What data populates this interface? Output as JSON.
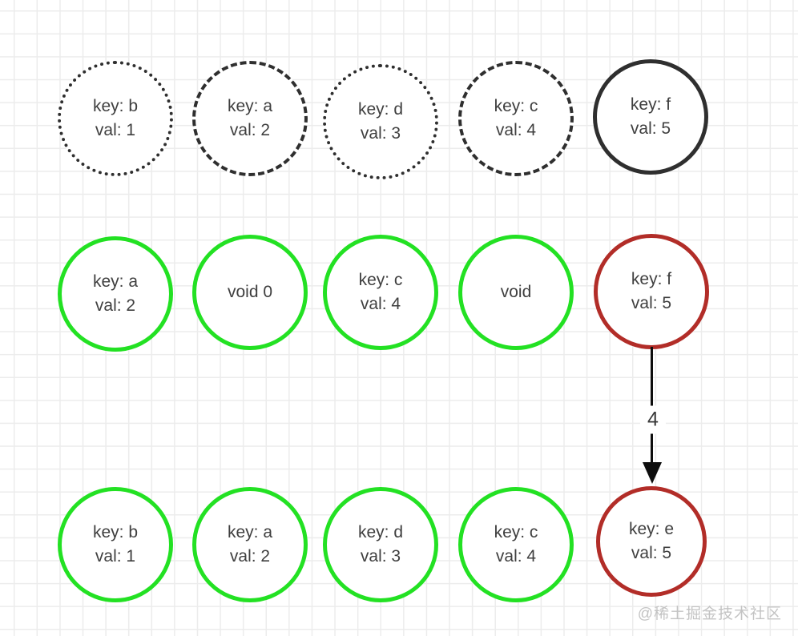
{
  "canvas": {
    "watermark": "@稀土掘金技术社区",
    "colors": {
      "node_green": "#23e123",
      "node_red": "#b22d28",
      "node_ink": "#2f2f2f",
      "text": "#3f3f3f",
      "grid_line": "#ececec",
      "arrow": "#0d0d0d",
      "watermark": "#c3c3c3"
    }
  },
  "arrow": {
    "label": "4"
  },
  "rows": [
    {
      "name": "top-row",
      "nodes": [
        {
          "lines": [
            "key: b",
            "val: 1"
          ],
          "border": "dotted",
          "color": "black"
        },
        {
          "lines": [
            "key: a",
            "val: 2"
          ],
          "border": "dashed",
          "color": "black"
        },
        {
          "lines": [
            "key: d",
            "val: 3"
          ],
          "border": "dotted",
          "color": "black"
        },
        {
          "lines": [
            "key: c",
            "val: 4"
          ],
          "border": "dashed",
          "color": "black"
        },
        {
          "lines": [
            "key: f",
            "val: 5"
          ],
          "border": "solid",
          "color": "black"
        }
      ]
    },
    {
      "name": "middle-row",
      "nodes": [
        {
          "lines": [
            "key: a",
            "val: 2"
          ],
          "border": "solid",
          "color": "green"
        },
        {
          "lines": [
            "void 0"
          ],
          "border": "solid",
          "color": "green"
        },
        {
          "lines": [
            "key: c",
            "val: 4"
          ],
          "border": "solid",
          "color": "green"
        },
        {
          "lines": [
            "void"
          ],
          "border": "solid",
          "color": "green"
        },
        {
          "lines": [
            "key: f",
            "val: 5"
          ],
          "border": "solid",
          "color": "red"
        }
      ]
    },
    {
      "name": "bottom-row",
      "nodes": [
        {
          "lines": [
            "key: b",
            "val: 1"
          ],
          "border": "solid",
          "color": "green"
        },
        {
          "lines": [
            "key: a",
            "val: 2"
          ],
          "border": "solid",
          "color": "green"
        },
        {
          "lines": [
            "key: d",
            "val: 3"
          ],
          "border": "solid",
          "color": "green"
        },
        {
          "lines": [
            "key: c",
            "val: 4"
          ],
          "border": "solid",
          "color": "green"
        },
        {
          "lines": [
            "key: e",
            "val: 5"
          ],
          "border": "solid",
          "color": "red"
        }
      ]
    }
  ]
}
